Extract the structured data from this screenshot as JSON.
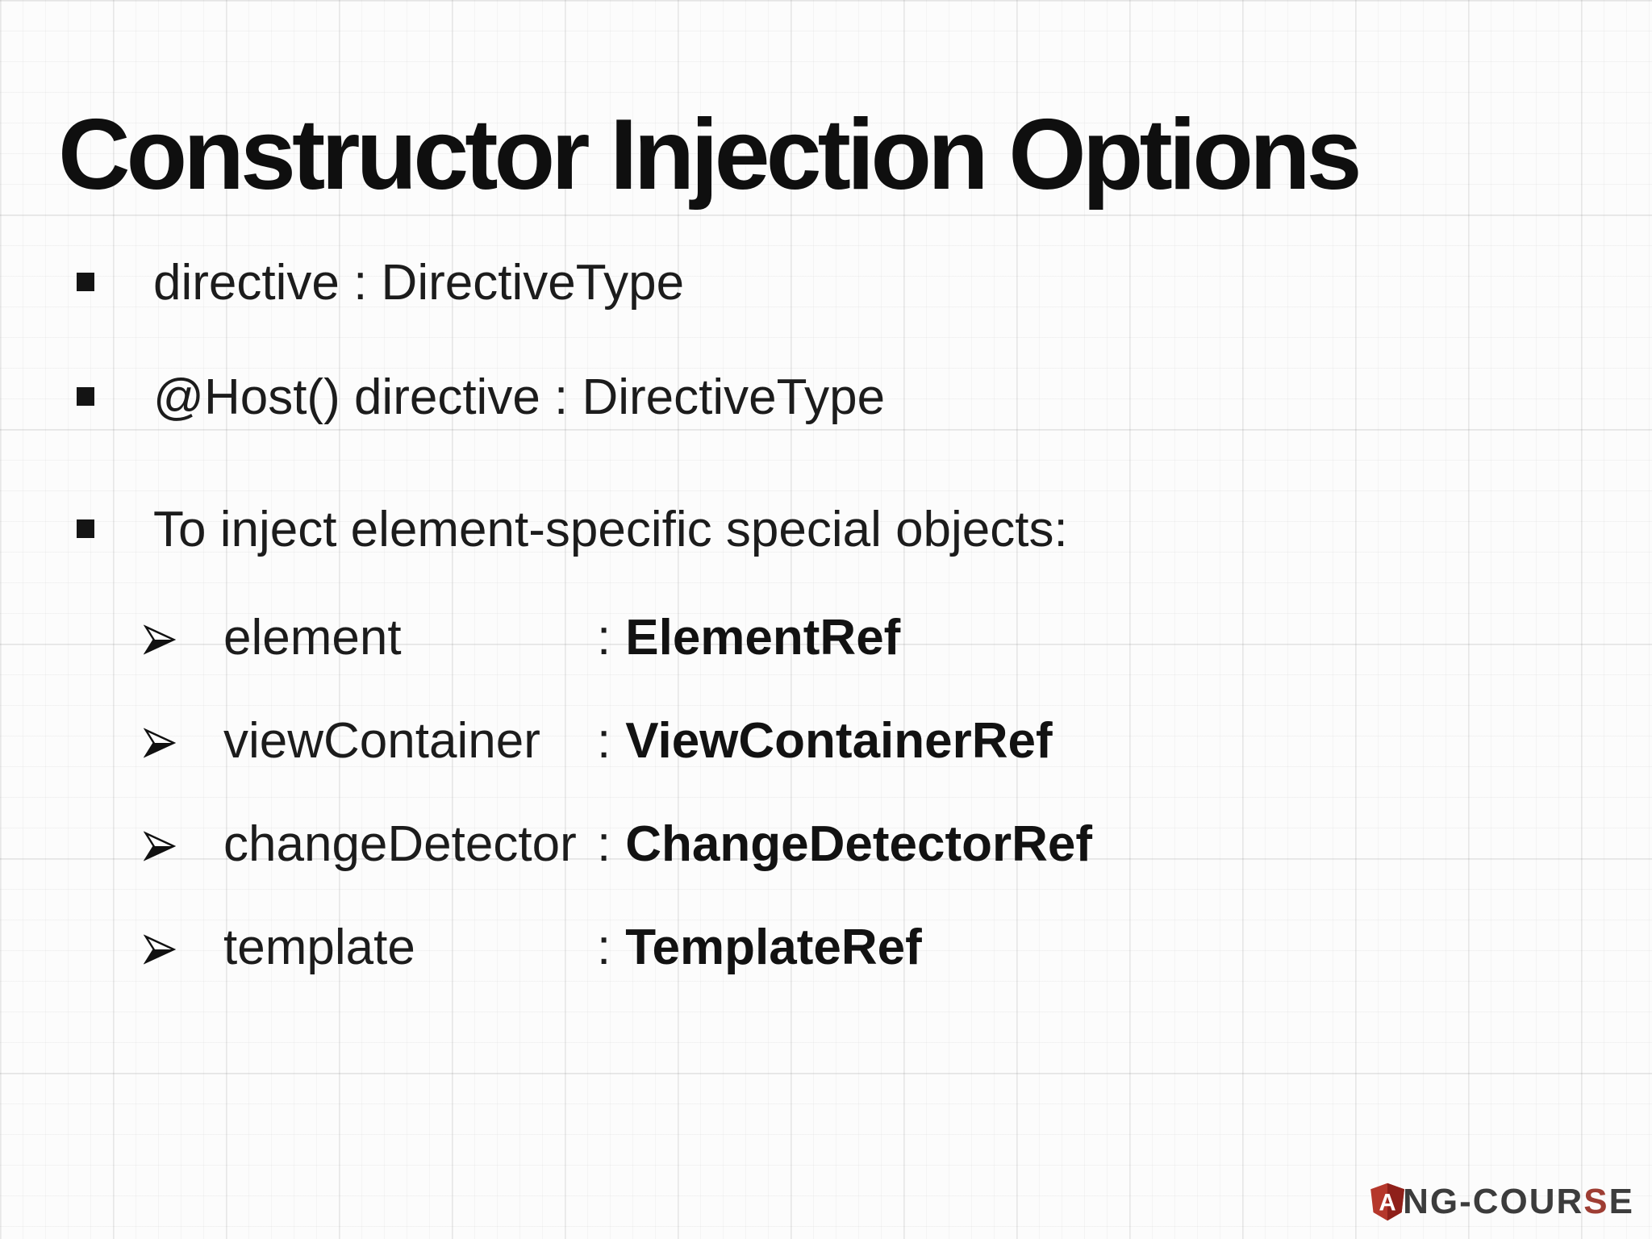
{
  "slide": {
    "title": "Constructor Injection Options",
    "bullets": [
      "directive : DirectiveType",
      "@Host() directive : DirectiveType",
      "To inject element-specific special objects:"
    ],
    "sub_bullets": [
      {
        "label": "element",
        "sep": ":",
        "type": "ElementRef"
      },
      {
        "label": "viewContainer",
        "sep": ":",
        "type": "ViewContainerRef"
      },
      {
        "label": "changeDetector",
        "sep": ":",
        "type": "ChangeDetectorRef"
      },
      {
        "label": "template",
        "sep": ":",
        "type": "TemplateRef"
      }
    ],
    "logo": {
      "shield_letter": "A",
      "text_part1": "NG-COUR",
      "text_highlight": "S",
      "text_part2": "E"
    },
    "colors": {
      "title_text": "#0f0f0f",
      "body_text": "#1c1c1c",
      "logo_text": "#3c3c3c",
      "logo_highlight": "#9e3d33",
      "shield_red": "#b5372b",
      "shield_dark_red": "#8f201a"
    }
  }
}
